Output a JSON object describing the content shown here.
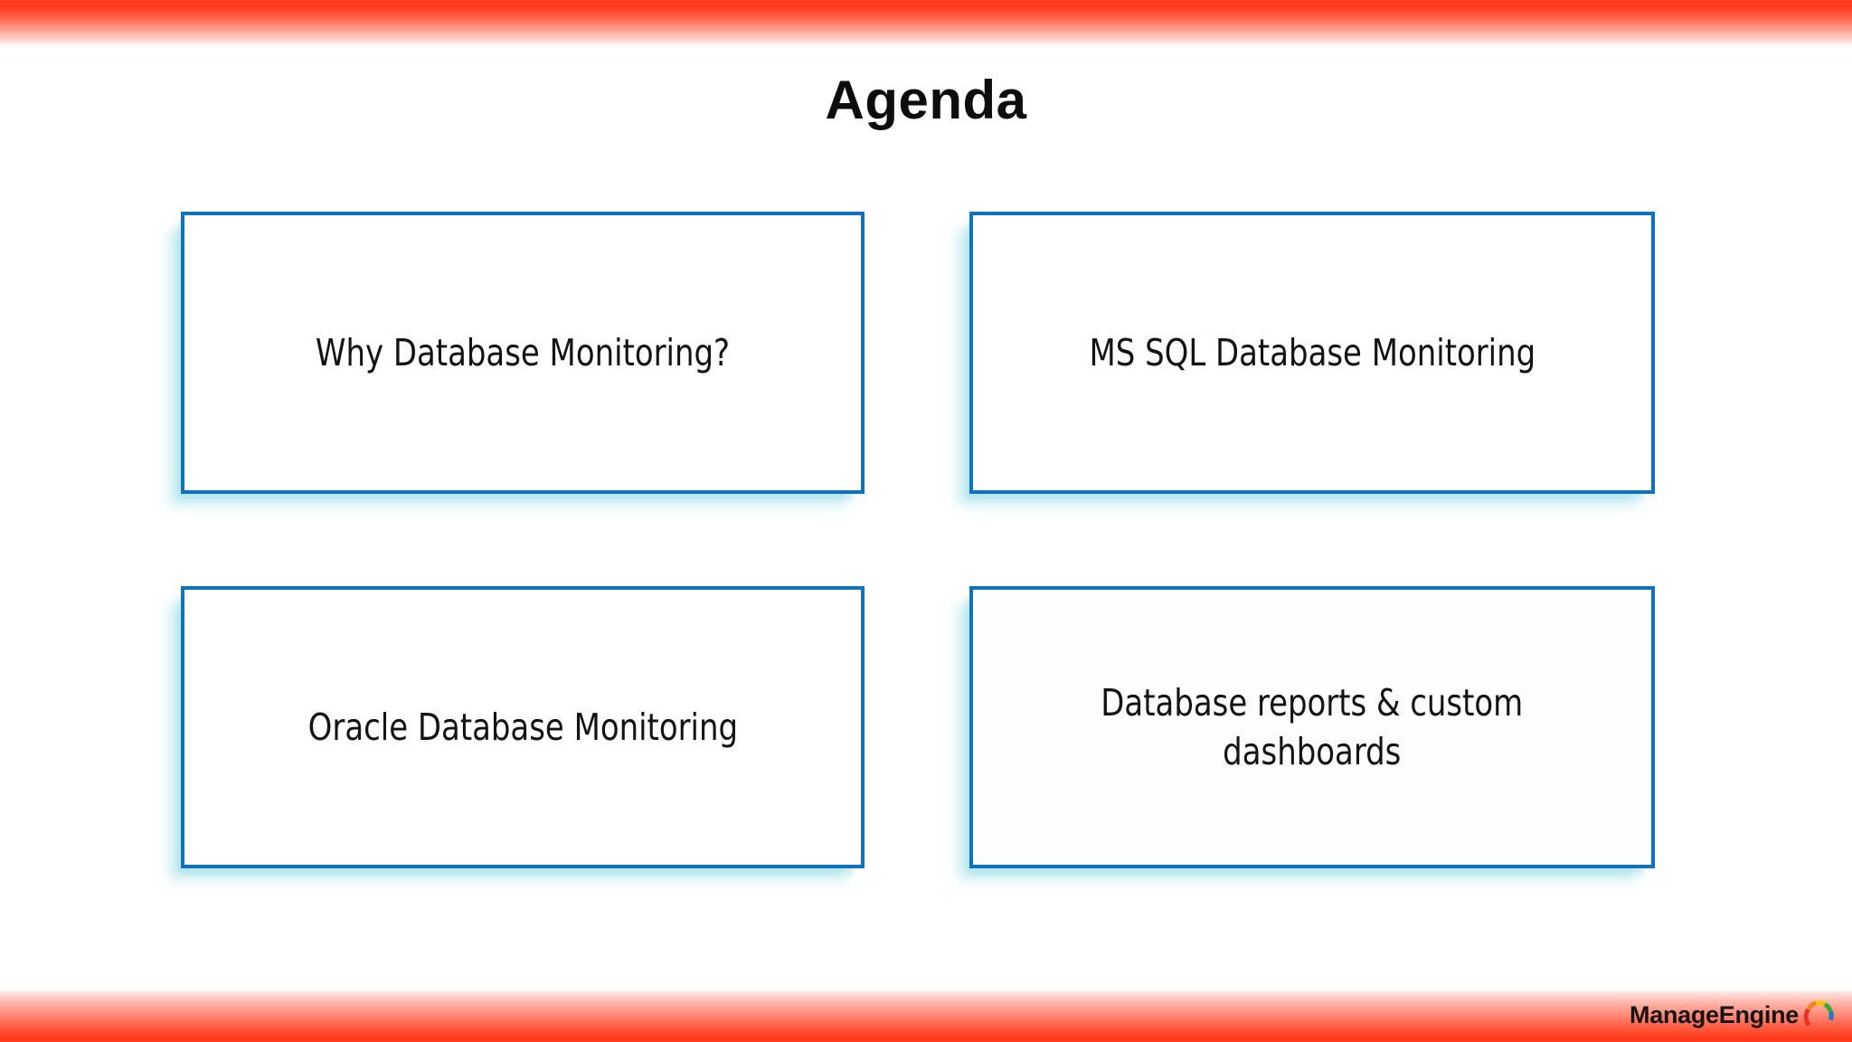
{
  "slide": {
    "title": "Agenda",
    "background_color": "#ffffff",
    "accent_bar_color": "#ff3a1c",
    "card_border_color": "#1071bd",
    "card_shadow_color": "#a8e0e8"
  },
  "agenda": {
    "items": [
      {
        "id": "why-database-monitoring",
        "label": "Why Database Monitoring?"
      },
      {
        "id": "ms-sql-database-monitoring",
        "label": "MS SQL Database Monitoring"
      },
      {
        "id": "oracle-database-monitoring",
        "label": "Oracle Database Monitoring"
      },
      {
        "id": "database-reports-custom-dashboards",
        "label": "Database reports & custom\ndashboards"
      }
    ]
  },
  "branding": {
    "wordmark_bold": "Manage",
    "wordmark_light": "Engine",
    "swoosh_icon": "rainbow-swoosh-icon",
    "swoosh_colors": [
      "#e8332a",
      "#f58220",
      "#f7c300",
      "#3aa83a",
      "#1a7fc1"
    ]
  }
}
